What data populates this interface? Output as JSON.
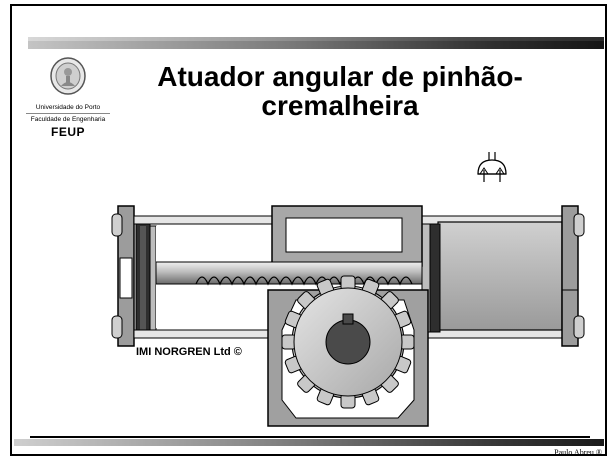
{
  "slide": {
    "title_line1": "Atuador angular de pinhão-",
    "title_line2": "cremalheira",
    "logo": {
      "line1": "Universidade do Porto",
      "line2": "Faculdade de Engenharia",
      "line3": "FEUP"
    },
    "diagram_credit": "IMI NORGREN Ltd ©",
    "footer": "Paulo Abreu ®"
  },
  "icons": {
    "tool_icon": "sound-speaker-icon",
    "seal": "university-seal-icon"
  },
  "colors": {
    "background": "#ffffff",
    "metal": "#b8b8b8",
    "gear": "#c0c0c0",
    "dark": "#3a3a3a"
  }
}
